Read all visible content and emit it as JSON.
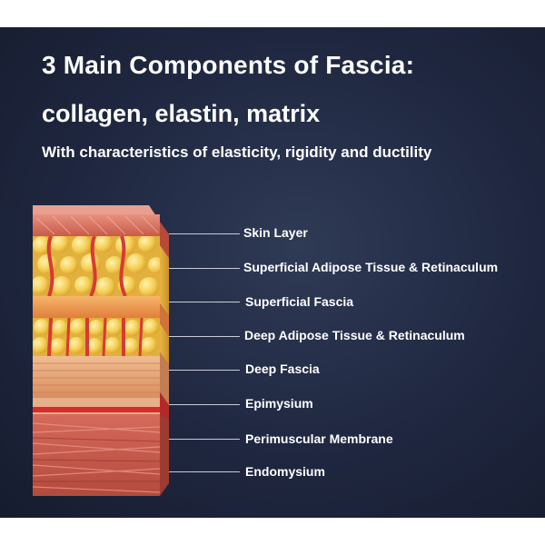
{
  "heading": {
    "title": "3 Main Components of Fascia:",
    "subtitle": "collagen, elastin, matrix",
    "description": "With characteristics of elasticity, rigidity and ductility"
  },
  "layers": [
    {
      "label": "Skin Layer"
    },
    {
      "label": "Superficial Adipose Tissue & Retinaculum"
    },
    {
      "label": "Superficial Fascia"
    },
    {
      "label": "Deep Adipose Tissue & Retinaculum"
    },
    {
      "label": "Deep Fascia"
    },
    {
      "label": "Epimysium"
    },
    {
      "label": "Perimuscular Membrane"
    },
    {
      "label": "Endomysium"
    }
  ],
  "colors": {
    "background": "#1f2740",
    "skin": "#d9705e",
    "fat": "#f2c94c",
    "fascia": "#f0a25a",
    "deep_fascia": "#e6a67a",
    "epimysium": "#d92b2b",
    "muscle": "#c8574a"
  }
}
